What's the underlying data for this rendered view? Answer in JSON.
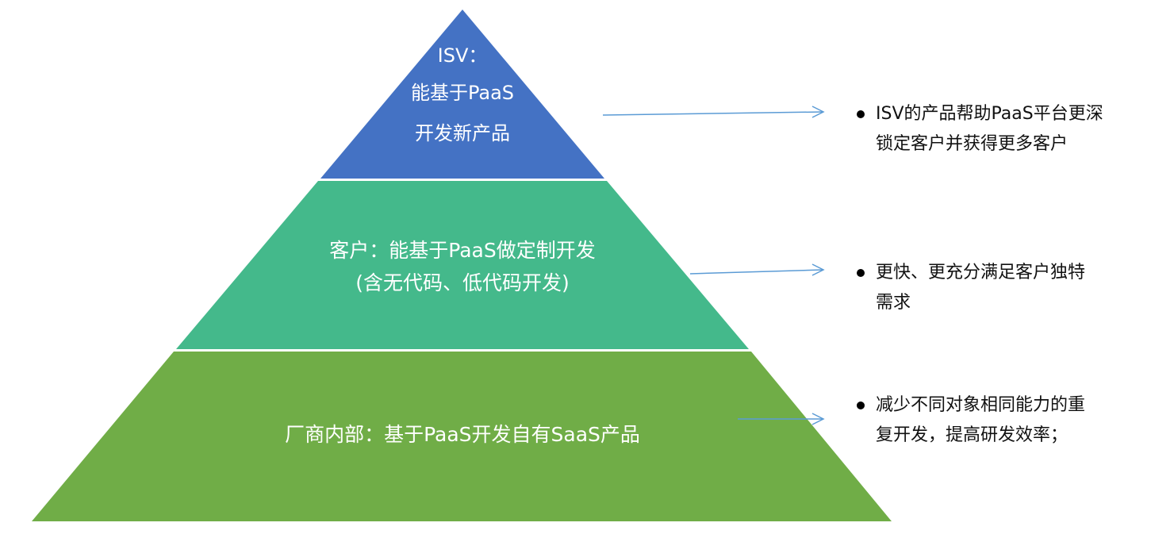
{
  "colors": {
    "top": "#4472C4",
    "middle": "#44B98B",
    "bottom": "#70AD47",
    "arrow": "#5B9BD5"
  },
  "pyramid": {
    "top": {
      "lines": [
        "ISV：",
        "能基于PaaS",
        "开发新产品"
      ]
    },
    "middle": {
      "lines": [
        "客户：能基于PaaS做定制开发",
        "(含无代码、低代码开发)"
      ]
    },
    "bottom": {
      "lines": [
        "厂商内部：基于PaaS开发自有SaaS产品"
      ]
    }
  },
  "notes": [
    {
      "text": "ISV的产品帮助PaaS平台更深\n锁定客户并获得更多客户"
    },
    {
      "text": "更快、更充分满足客户独特\n需求"
    },
    {
      "text": "减少不同对象相同能力的重\n复开发，提高研发效率；"
    }
  ]
}
